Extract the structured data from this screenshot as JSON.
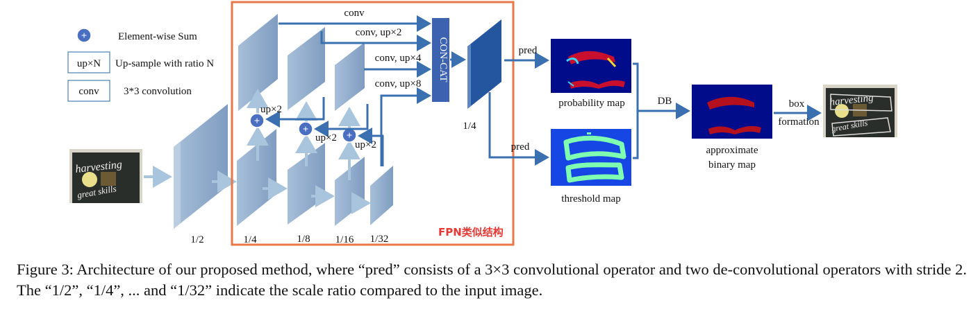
{
  "legend": {
    "sum_label": "Element-wise Sum",
    "sum_symbol": "+",
    "up_box": "up×N",
    "up_label": "Up-sample with ratio N",
    "conv_box": "conv",
    "conv_label": "3*3 convolution"
  },
  "scales": {
    "s2": "1/2",
    "s4": "1/4",
    "s8": "1/8",
    "s16": "1/16",
    "s32": "1/32",
    "concat_scale": "1/4"
  },
  "fpn": {
    "up1": "up×2",
    "up2": "up×2",
    "up3": "up×2",
    "sum_symbol": "+",
    "conv1": "conv",
    "conv2": "conv, up×2",
    "conv3": "conv, up×4",
    "conv4": "conv, up×8",
    "concat": "CON-CAT",
    "box_label": "FPN类似结构"
  },
  "outputs": {
    "pred_top": "pred",
    "pred_bottom": "pred",
    "probability_map": "probability map",
    "threshold_map": "threshold map",
    "db": "DB",
    "approx_map_line1": "approximate",
    "approx_map_line2": "binary map",
    "box_line1": "box",
    "box_line2": "formation"
  },
  "input_image": {
    "text_line1": "harvesting",
    "text_line2": "great skills"
  },
  "caption": "Figure 3: Architecture of our proposed method, where “pred” consists of a 3×3 convolutional operator and two de-convolutional operators with stride 2. The “1/2”, “1/4”, ... and “1/32” indicate the scale ratio compared to the input image.",
  "colors": {
    "arrow": "#3a6fb0",
    "arrow_light": "#a9c4dd",
    "feature_map": "#8fa9c8",
    "concat_block": "#3d63b0",
    "fpn_border": "#e8774a",
    "map_bg": "#000c8a"
  }
}
